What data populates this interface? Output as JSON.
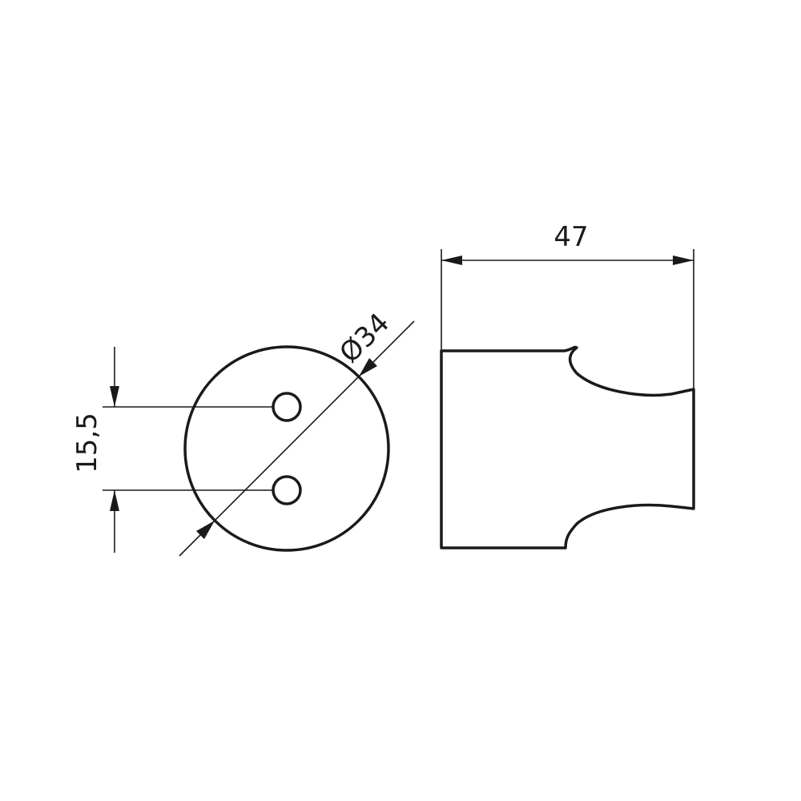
{
  "diagram": {
    "dimensions": {
      "diameter_label": "Ø34",
      "height_label": "15,5",
      "width_label": "47"
    },
    "colors": {
      "line": "#1a1a1a",
      "background": "#ffffff"
    }
  }
}
